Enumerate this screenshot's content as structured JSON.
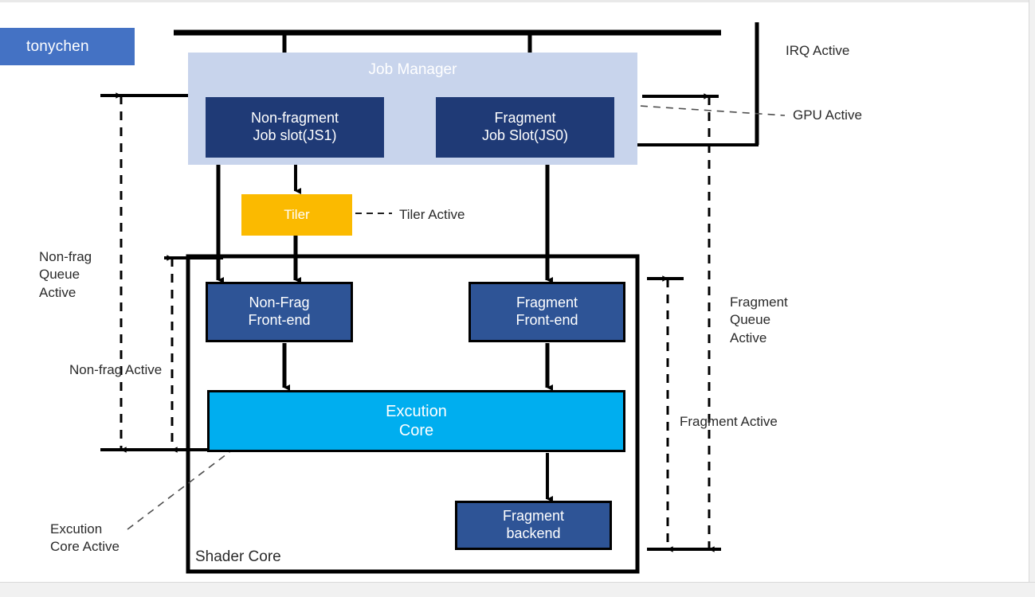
{
  "page": {
    "title": "Mali GPU Job Manager / Shader Core block diagram",
    "background": "#ffffff"
  },
  "colors": {
    "badge": "#4472C4",
    "job_manager_bg": "#C8D4EC",
    "job_slot": "#1F3A76",
    "tiler": "#FBBA00",
    "front_end": "#2E5496",
    "execution_core": "#00AEEF",
    "fragment_backend": "#2E5496",
    "line": "#000000",
    "label_text": "#2a2a2a",
    "node_text": "#ffffff"
  },
  "watermark": {
    "name": "author-badge",
    "text": "tonychen"
  },
  "nodes": [
    {
      "id": "job-manager",
      "label": "Job Manager",
      "lines": [
        "Job Manager"
      ],
      "fill": "#C8D4EC",
      "text_color": "#ffffff",
      "font_size": 19
    },
    {
      "id": "non-fragment-job-slot",
      "label": "Non-fragment Job slot(JS1)",
      "lines": [
        "Non-fragment",
        "Job slot(JS1)"
      ],
      "fill": "#1F3A76",
      "text_color": "#ffffff",
      "font_size": 18
    },
    {
      "id": "fragment-job-slot",
      "label": "Fragment Job Slot(JS0)",
      "lines": [
        "Fragment",
        "Job Slot(JS0)"
      ],
      "fill": "#1F3A76",
      "text_color": "#ffffff",
      "font_size": 18
    },
    {
      "id": "tiler",
      "label": "Tiler",
      "lines": [
        "Tiler"
      ],
      "fill": "#FBBA00",
      "text_color": "#ffffff",
      "font_size": 17
    },
    {
      "id": "non-frag-front-end",
      "label": "Non-Frag Front-end",
      "lines": [
        "Non-Frag",
        "Front-end"
      ],
      "fill": "#2E5496",
      "text_color": "#ffffff",
      "font_size": 18
    },
    {
      "id": "fragment-front-end",
      "label": "Fragment Front-end",
      "lines": [
        "Fragment",
        "Front-end"
      ],
      "fill": "#2E5496",
      "text_color": "#ffffff",
      "font_size": 18
    },
    {
      "id": "execution-core",
      "label": "Excution Core",
      "lines": [
        "Excution",
        "Core"
      ],
      "fill": "#00AEEF",
      "text_color": "#ffffff",
      "font_size": 20
    },
    {
      "id": "fragment-backend",
      "label": "Fragment backend",
      "lines": [
        "Fragment",
        "backend"
      ],
      "fill": "#2E5496",
      "text_color": "#ffffff",
      "font_size": 18
    },
    {
      "id": "shader-core",
      "label": "Shader Core",
      "lines": [
        "Shader Core"
      ],
      "fill": "none",
      "text_color": "#2a2a2a",
      "font_size": 19
    }
  ],
  "node_text": {
    "job_manager": "Job Manager",
    "non_fragment_job_slot_l1": "Non-fragment",
    "non_fragment_job_slot_l2": "Job slot(JS1)",
    "fragment_job_slot_l1": "Fragment",
    "fragment_job_slot_l2": "Job Slot(JS0)",
    "tiler": "Tiler",
    "non_frag_front_end_l1": "Non-Frag",
    "non_frag_front_end_l2": "Front-end",
    "fragment_front_end_l1": "Fragment",
    "fragment_front_end_l2": "Front-end",
    "execution_core_l1": "Excution",
    "execution_core_l2": "Core",
    "fragment_backend_l1": "Fragment",
    "fragment_backend_l2": "backend",
    "shader_core": "Shader Core"
  },
  "annotations": {
    "irq_active": "IRQ Active",
    "gpu_active": "GPU Active",
    "tiler_active": "Tiler Active",
    "non_frag_queue_active": "Non-frag\nQueue\nActive",
    "non_frag_active": "Non-frag Active",
    "fragment_queue_active": "Fragment\nQueue\nActive",
    "fragment_active": "Fragment Active",
    "execution_core_active": "Excution\nCore Active"
  },
  "signals": [
    {
      "name": "IRQ Active",
      "style": "solid-bracket"
    },
    {
      "name": "GPU Active",
      "style": "dashed-leader"
    },
    {
      "name": "Tiler Active",
      "style": "dashed-leader"
    },
    {
      "name": "Non-frag Queue Active",
      "style": "dashed-double-arrow"
    },
    {
      "name": "Non-frag Active",
      "style": "dashed-double-arrow"
    },
    {
      "name": "Fragment Queue Active",
      "style": "dashed-double-arrow"
    },
    {
      "name": "Fragment Active",
      "style": "dashed-double-arrow"
    },
    {
      "name": "Excution Core Active",
      "style": "dashed-leader"
    }
  ]
}
